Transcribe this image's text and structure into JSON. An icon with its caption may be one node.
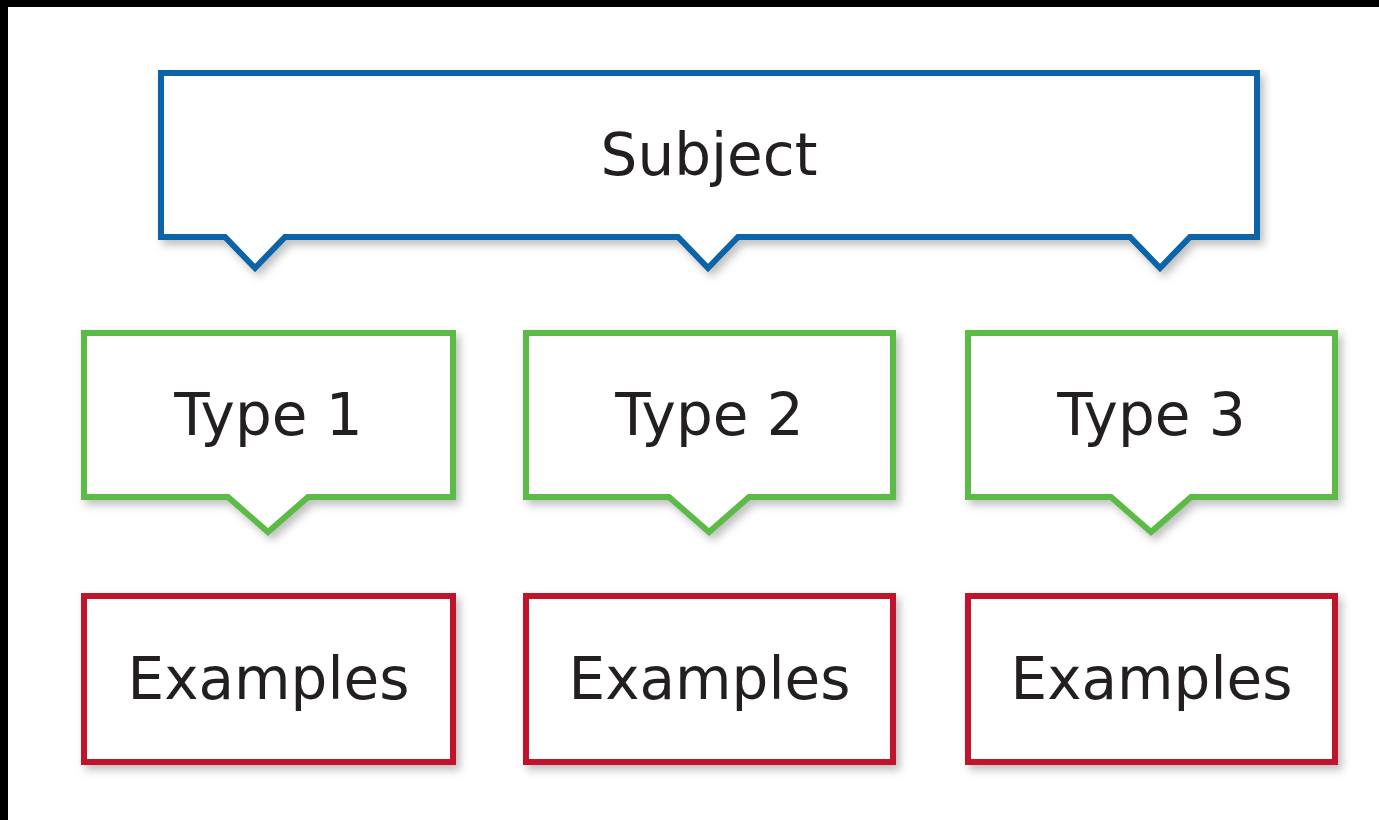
{
  "diagram": {
    "nodes": [
      {
        "text": [
          "Subject"
        ]
      },
      {
        "text": [
          "Type 1"
        ]
      },
      {
        "text": [
          "Type 2"
        ]
      },
      {
        "text": [
          "Type 3"
        ]
      },
      {
        "text": [
          "Examples"
        ]
      },
      {
        "text": [
          "Examples"
        ]
      },
      {
        "text": [
          "Examples"
        ]
      }
    ]
  }
}
